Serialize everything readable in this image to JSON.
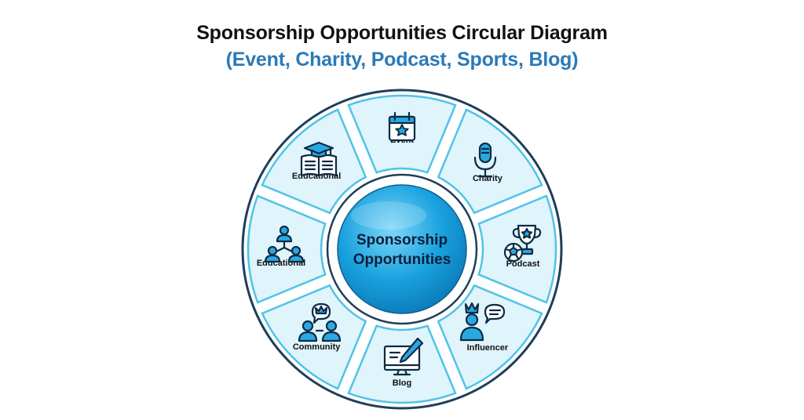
{
  "header": {
    "title": "Sponsorship Opportunities Circular Diagram",
    "subtitle": "(Event, Charity, Podcast, Sports, Blog)"
  },
  "center": {
    "line1": "Sponsorship",
    "line2": "Opportunities"
  },
  "segments": [
    {
      "label": "Event",
      "icon": "calendar-star-icon"
    },
    {
      "label": "Charity",
      "icon": "microphone-icon"
    },
    {
      "label": "Podcast",
      "icon": "trophy-ball-icon"
    },
    {
      "label": "Influencer",
      "icon": "crowned-person-chat-icon"
    },
    {
      "label": "Blog",
      "icon": "monitor-pen-icon"
    },
    {
      "label": "Community",
      "icon": "people-chat-icon"
    },
    {
      "label": "Educational",
      "icon": "network-people-icon"
    },
    {
      "label": "Educational",
      "icon": "book-graduation-cap-icon"
    }
  ],
  "colors": {
    "title": "#111111",
    "subtitle": "#2a7ab8",
    "segment_fill": "#dff4fb",
    "segment_stroke": "#4fc3e8",
    "hub": "#1aa3df",
    "icon_accent": "#29a9e1",
    "icon_stroke": "#0e2a44"
  }
}
